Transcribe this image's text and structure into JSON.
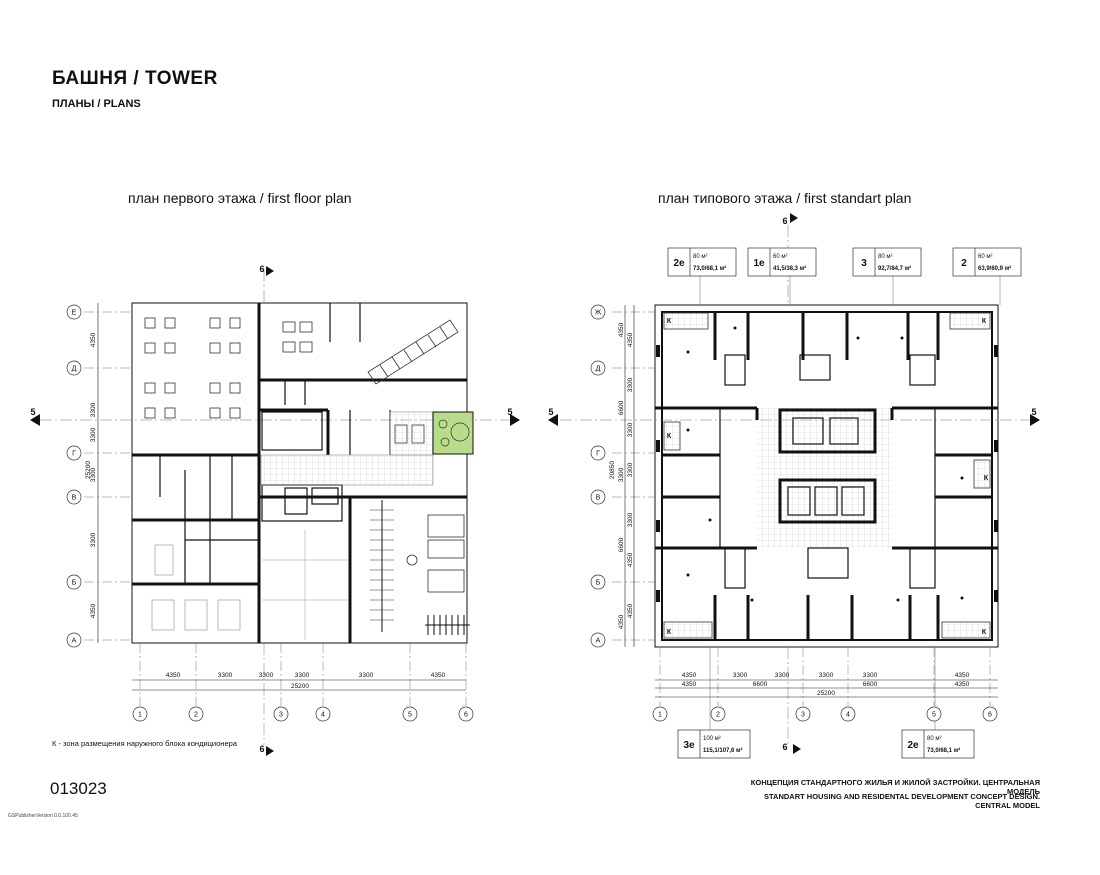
{
  "header": {
    "title": "БАШНЯ  / TOWER",
    "subtitle": "ПЛАНЫ  /  PLANS"
  },
  "first_floor": {
    "title": "план первого этажа  /  first floor plan",
    "section_mark": "6",
    "axis_mark": "5",
    "rows": [
      "Е",
      "Д",
      "Г",
      "В",
      "Б",
      "А"
    ],
    "row_dims": [
      "4350",
      "3300",
      "3300",
      "3300",
      "3300",
      "4350"
    ],
    "total_vertical": "25200",
    "cols": [
      "1",
      "2",
      "3",
      "4",
      "5",
      "6"
    ],
    "col_dims": [
      "4350",
      "3300",
      "3300",
      "3300",
      "3300",
      "4350"
    ],
    "total_horizontal": "25200"
  },
  "typical_floor": {
    "title": "план типового этажа  /  first standart plan",
    "section_mark": "6",
    "axis_mark": "5",
    "rows": [
      "Ж",
      "Д",
      "Г",
      "В",
      "Б",
      "А"
    ],
    "row_dims_inner": [
      "4350",
      "3300",
      "3300",
      "3300",
      "3300",
      "4350",
      "4350"
    ],
    "row_dims_outer": [
      "4350",
      "6600",
      "3300",
      "6600",
      "4350"
    ],
    "total_vertical": "20850",
    "cols": [
      "1",
      "2",
      "3",
      "4",
      "5",
      "6"
    ],
    "col_dims_inner": [
      "4350",
      "3300",
      "3300",
      "3300",
      "3300",
      "4350"
    ],
    "col_dims_outer": [
      "4350",
      "6600",
      "6600",
      "4350"
    ],
    "total_horizontal": "25200",
    "ac_mark": "К",
    "apartments": [
      {
        "type": "2е",
        "area": "80 м²",
        "detail": "73,0/68,1 м²"
      },
      {
        "type": "1е",
        "area": "60 м²",
        "detail": "41,5/38,3 м²"
      },
      {
        "type": "3",
        "area": "80 м²",
        "detail": "92,7/84,7 м²"
      },
      {
        "type": "2",
        "area": "60 м²",
        "detail": "63,9/60,9 м²"
      },
      {
        "type": "3е",
        "area": "100 м²",
        "detail": "115,1/107,6 м²"
      },
      {
        "type": "2е",
        "area": "80 м²",
        "detail": "73,0/68,1 м²"
      }
    ]
  },
  "note": "К - зона размещения наружного блока кондиционера",
  "sheet_code": "013023",
  "publisher_tiny": "GSPublisherVersion 0.0.100.45",
  "footer": {
    "ru": "КОНЦЕПЦИЯ СТАНДАРТНОГО ЖИЛЬЯ И ЖИЛОЙ ЗАСТРОЙКИ. ЦЕНТРАЛЬНАЯ МОДЕЛЬ",
    "en": "STANDART HOUSING AND RESIDENTAL DEVELOPMENT CONCEPT DESIGN. CENTRAL MODEL"
  },
  "colors": {
    "line": "#111111",
    "grid": "#555555",
    "green": "#b9dc8a",
    "tile": "#c8c8c8"
  }
}
